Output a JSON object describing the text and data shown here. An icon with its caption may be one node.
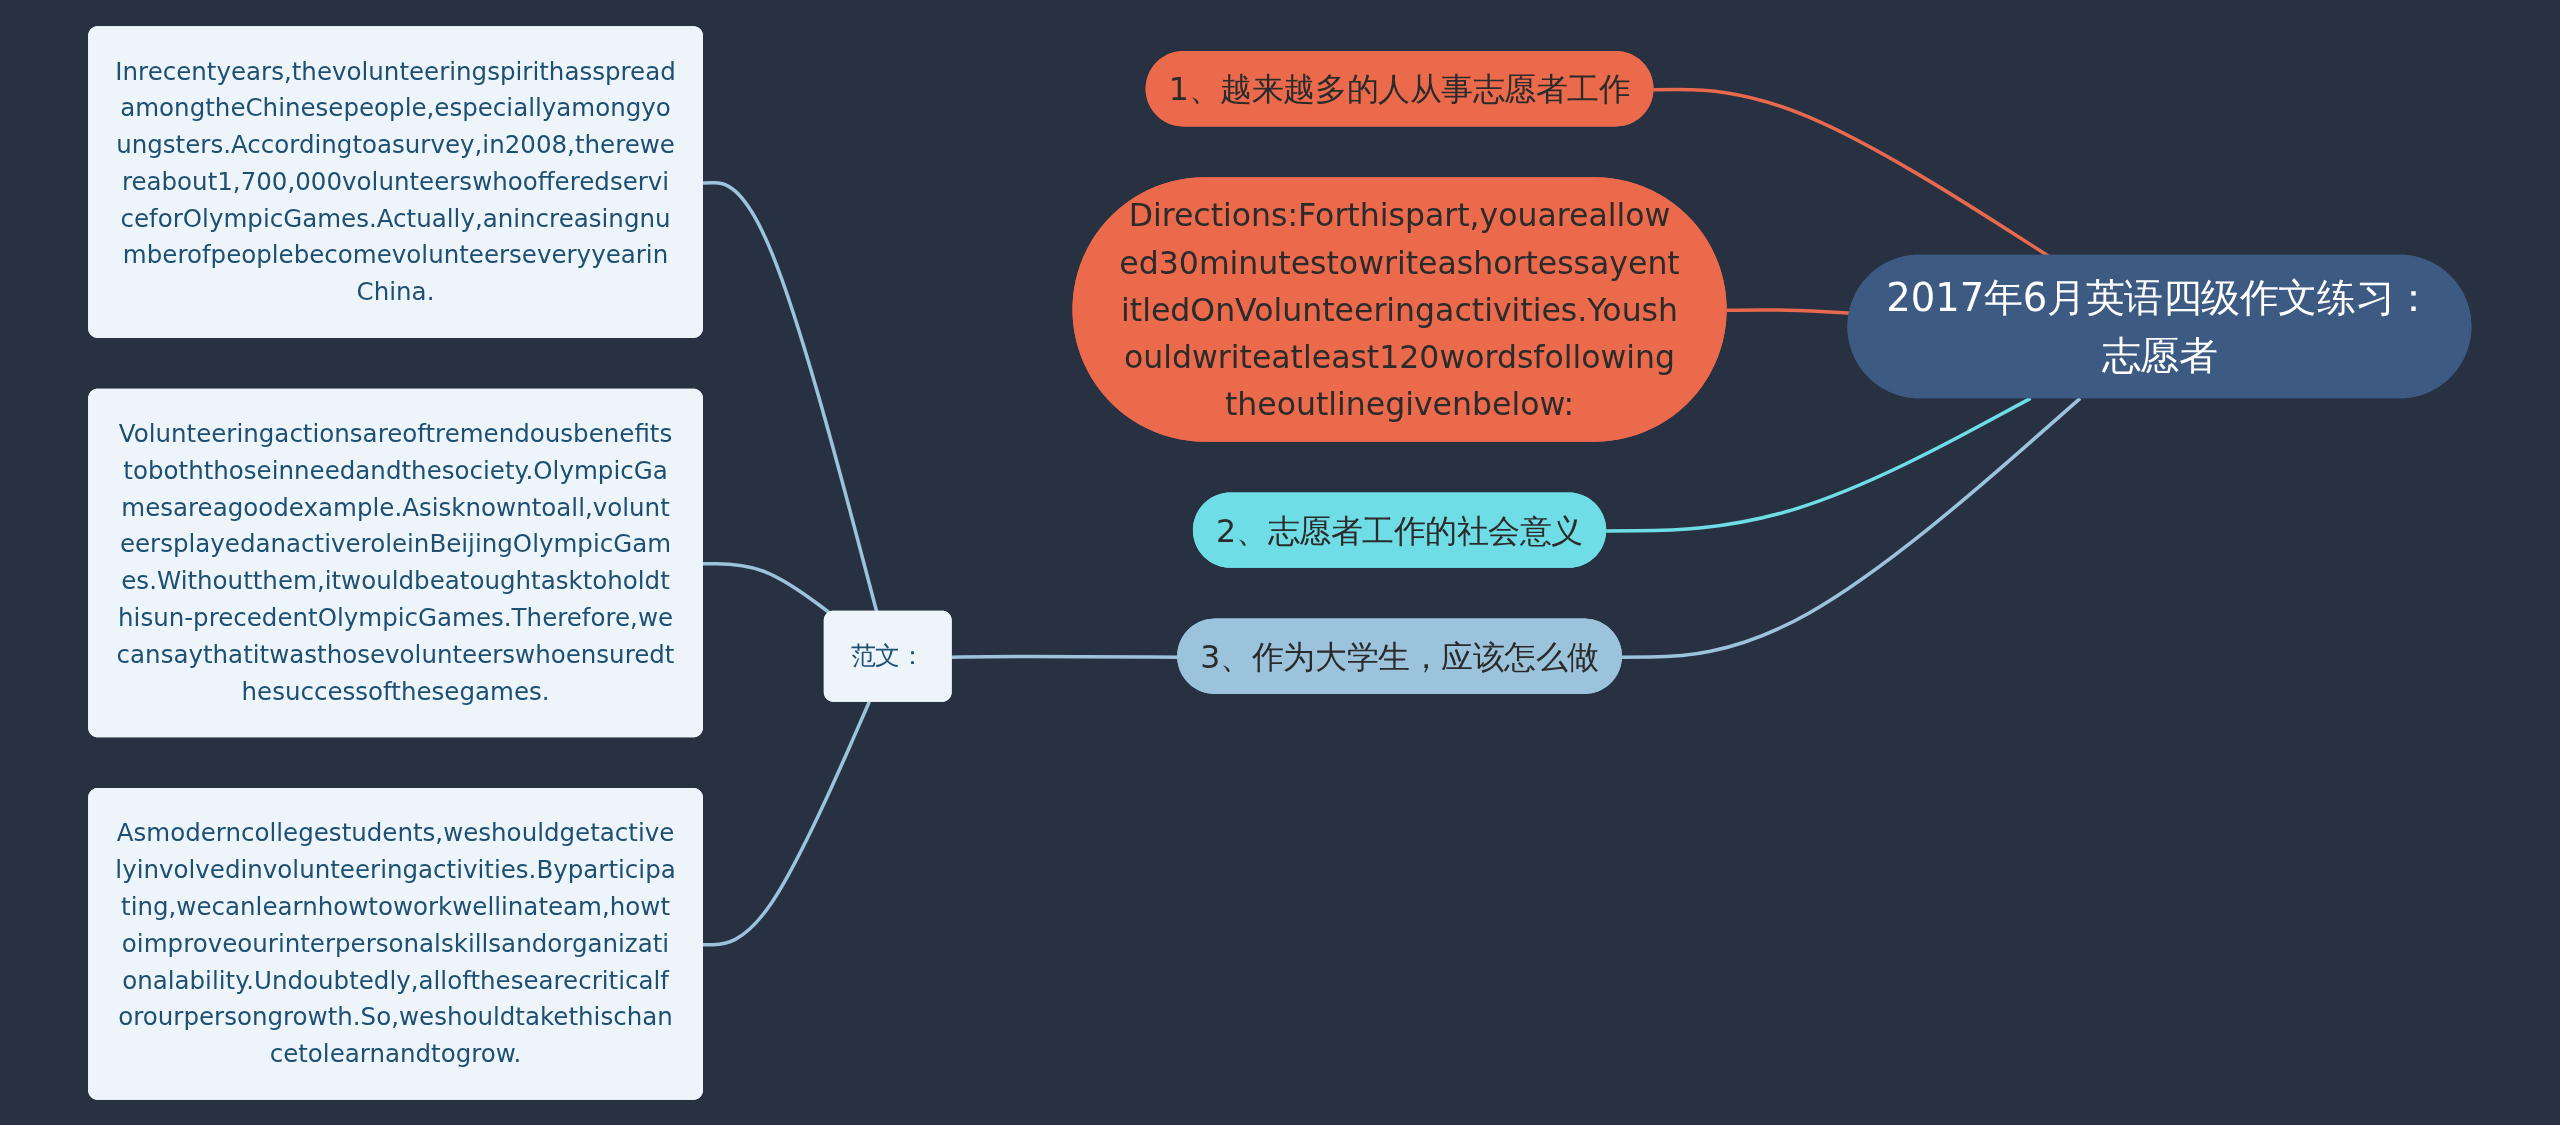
{
  "diagram": {
    "nodes": [
      {
        "text": [
          "2017年6月英语四级作文练习：志愿者"
        ]
      },
      {
        "text": [
          "1、越来越多的人从事志愿者工作"
        ]
      },
      {
        "text": [
          "Directions:Forthispart,youareallowed30minutestowriteashortessayentitledOnVolunteeringactivities.Youshouldwriteatleast120wordsfollowingtheoutlinegivenbelow:"
        ]
      },
      {
        "text": [
          "2、志愿者工作的社会意义"
        ]
      },
      {
        "text": [
          "3、作为大学生，应该怎么做"
        ]
      },
      {
        "text": [
          "范文："
        ]
      },
      {
        "text": [
          "Inrecentyears,thevolunteeringspirithasspreadamongtheChinesepeople,especiallyamongyoungsters.Accordingtoasurvey,in2008,therewereabout1,700,000volunteerswhoofferedserviceforOlympicGames.Actually,anincreasingnumberofpeoplebecomevolunteerseveryyearinChina."
        ]
      },
      {
        "text": [
          "Volunteeringactionsareoftremendousbenefitstoboththoseinneedandthesociety.OlympicGamesareagoodexample.Asisknowntoall,volunteersplayedanactiveroleinBeijingOlympicGames.Withoutthem,itwouldbeatoughtasktoholdthisun-precedentOlympicGames.Therefore,wecansaythatitwasthosevolunteerswhoensuredthesuccessofthesegames."
        ]
      },
      {
        "text": [
          "Asmoderncollegestudents,weshouldgetactivelyinvolvedinvolunteeringactivities.Byparticipating,wecanlearnhowtoworkwellinateam,howtoimproveourinterpersonalskillsandorganizationalability.Undoubtedly,allofthesearecriticalforourpersongrowth.So,weshouldtakethischancetolearnandtogrow."
        ]
      }
    ],
    "edges": [
      {
        "from": 0,
        "to": 1,
        "arrow": "none",
        "color": "#e8694d"
      },
      {
        "from": 0,
        "to": 2,
        "arrow": "none",
        "color": "#e8694d"
      },
      {
        "from": 0,
        "to": 3,
        "arrow": "none",
        "color": "#6fdde6"
      },
      {
        "from": 0,
        "to": 4,
        "arrow": "none"
      },
      {
        "from": 4,
        "to": 5,
        "arrow": "none"
      },
      {
        "from": 5,
        "to": 6,
        "arrow": "none"
      },
      {
        "from": 5,
        "to": 7,
        "arrow": "none"
      },
      {
        "from": 5,
        "to": 8,
        "arrow": "none"
      }
    ]
  }
}
